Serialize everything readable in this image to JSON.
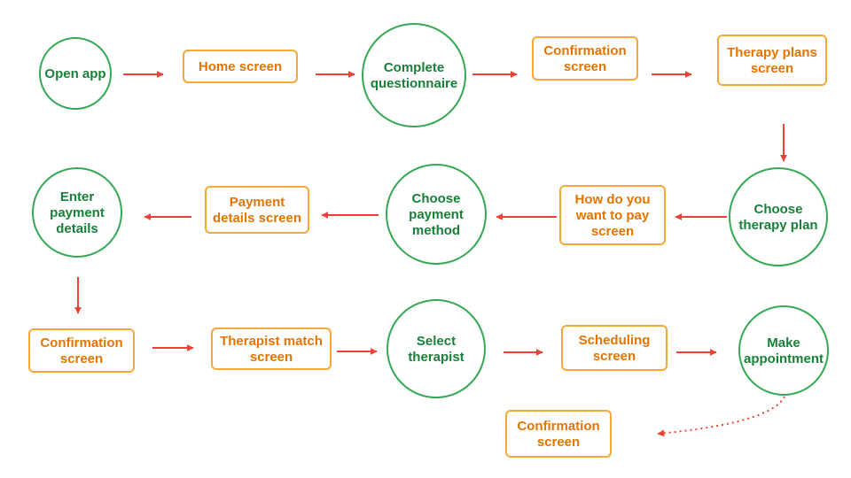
{
  "colors": {
    "action_stroke": "#34a853",
    "action_text": "#188038",
    "screen_stroke": "#f6a83a",
    "screen_text": "#e37400",
    "arrow": "#ea4335"
  },
  "nodes": [
    {
      "id": "open-app",
      "kind": "action",
      "lines": [
        "Open app"
      ]
    },
    {
      "id": "home-screen",
      "kind": "screen",
      "lines": [
        "Home screen"
      ]
    },
    {
      "id": "complete-questionnaire",
      "kind": "action",
      "lines": [
        "Complete",
        "questionnaire"
      ]
    },
    {
      "id": "confirmation-screen-1",
      "kind": "screen",
      "lines": [
        "Confirmation",
        "screen"
      ]
    },
    {
      "id": "therapy-plans-screen",
      "kind": "screen",
      "lines": [
        "Therapy plans",
        "screen"
      ]
    },
    {
      "id": "choose-therapy-plan",
      "kind": "action",
      "lines": [
        "Choose",
        "therapy plan"
      ]
    },
    {
      "id": "how-do-you-want-to-pay-screen",
      "kind": "screen",
      "lines": [
        "How do you",
        "want to pay",
        "screen"
      ]
    },
    {
      "id": "choose-payment-method",
      "kind": "action",
      "lines": [
        "Choose",
        "payment",
        "method"
      ]
    },
    {
      "id": "payment-details-screen",
      "kind": "screen",
      "lines": [
        "Payment",
        "details screen"
      ]
    },
    {
      "id": "enter-payment-details",
      "kind": "action",
      "lines": [
        "Enter",
        "payment",
        "details"
      ]
    },
    {
      "id": "confirmation-screen-2",
      "kind": "screen",
      "lines": [
        "Confirmation",
        "screen"
      ]
    },
    {
      "id": "therapist-match-screen",
      "kind": "screen",
      "lines": [
        "Therapist match",
        "screen"
      ]
    },
    {
      "id": "select-therapist",
      "kind": "action",
      "lines": [
        "Select",
        "therapist"
      ]
    },
    {
      "id": "scheduling-screen",
      "kind": "screen",
      "lines": [
        "Scheduling",
        "screen"
      ]
    },
    {
      "id": "make-appointment",
      "kind": "action",
      "lines": [
        "Make",
        "appointment"
      ]
    },
    {
      "id": "confirmation-screen-3",
      "kind": "screen",
      "lines": [
        "Confirmation",
        "screen"
      ]
    }
  ],
  "edges": [
    {
      "from": "open-app",
      "to": "home-screen",
      "style": "solid"
    },
    {
      "from": "home-screen",
      "to": "complete-questionnaire",
      "style": "solid"
    },
    {
      "from": "complete-questionnaire",
      "to": "confirmation-screen-1",
      "style": "solid"
    },
    {
      "from": "confirmation-screen-1",
      "to": "therapy-plans-screen",
      "style": "solid"
    },
    {
      "from": "therapy-plans-screen",
      "to": "choose-therapy-plan",
      "style": "solid"
    },
    {
      "from": "choose-therapy-plan",
      "to": "how-do-you-want-to-pay-screen",
      "style": "solid"
    },
    {
      "from": "how-do-you-want-to-pay-screen",
      "to": "choose-payment-method",
      "style": "solid"
    },
    {
      "from": "choose-payment-method",
      "to": "payment-details-screen",
      "style": "solid"
    },
    {
      "from": "payment-details-screen",
      "to": "enter-payment-details",
      "style": "solid"
    },
    {
      "from": "enter-payment-details",
      "to": "confirmation-screen-2",
      "style": "solid"
    },
    {
      "from": "confirmation-screen-2",
      "to": "therapist-match-screen",
      "style": "solid"
    },
    {
      "from": "therapist-match-screen",
      "to": "select-therapist",
      "style": "solid"
    },
    {
      "from": "select-therapist",
      "to": "scheduling-screen",
      "style": "solid"
    },
    {
      "from": "scheduling-screen",
      "to": "make-appointment",
      "style": "solid"
    },
    {
      "from": "make-appointment",
      "to": "confirmation-screen-3",
      "style": "dotted"
    }
  ]
}
